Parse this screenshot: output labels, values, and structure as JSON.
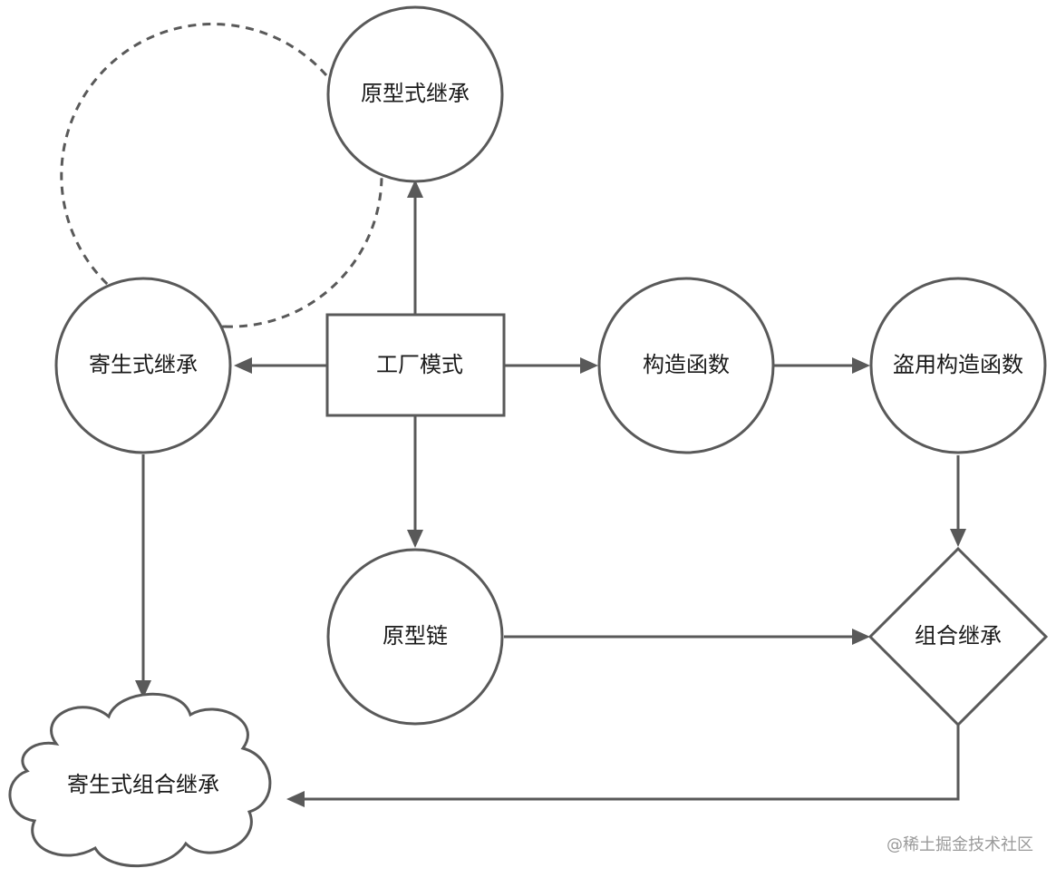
{
  "nodes": {
    "factory": "工厂模式",
    "prototypal": "原型式继承",
    "parasitic": "寄生式继承",
    "constructor": "构造函数",
    "constructor_stealing": "盗用构造函数",
    "prototype_chain": "原型链",
    "combination": "组合继承",
    "parasitic_combination": "寄生式组合继承"
  },
  "watermark": "@稀土掘金技术社区",
  "colors": {
    "stroke": "#595959",
    "text": "#1a1a1a",
    "watermark": "#9a9a9a"
  }
}
